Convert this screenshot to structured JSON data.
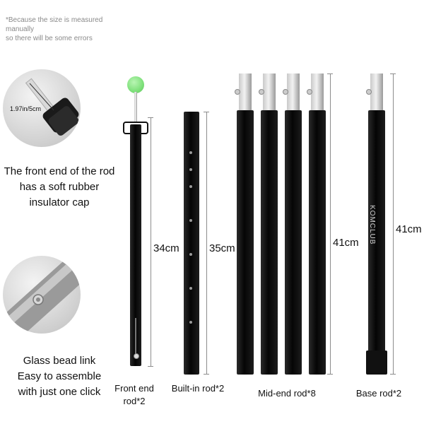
{
  "note": {
    "line1": "*Because the size is measured manually",
    "line2": "so there will be some errors"
  },
  "callout_top": {
    "measure_label": "1.97in/5cm",
    "text_lines": [
      "The front end of the rod",
      "has a soft rubber",
      "insulator cap"
    ]
  },
  "callout_bottom": {
    "text_lines": [
      "Glass bead link",
      "Easy to assemble",
      "with just one click"
    ]
  },
  "rods": [
    {
      "length": "34cm",
      "caption_lines": [
        "Front end",
        "rod*2"
      ]
    },
    {
      "length": "35cm",
      "caption_lines": [
        "Built-in rod*2"
      ]
    },
    {
      "length": "41cm",
      "caption_lines": [
        "Mid-end rod*8"
      ],
      "brand": "KOMCLUB"
    },
    {
      "length": "41cm",
      "caption_lines": [
        "Base rod*2"
      ]
    }
  ],
  "colors": {
    "rod": "#0a0a0a",
    "tip_ball": "#7ee07a",
    "dimension_line": "#8c8c8c"
  }
}
